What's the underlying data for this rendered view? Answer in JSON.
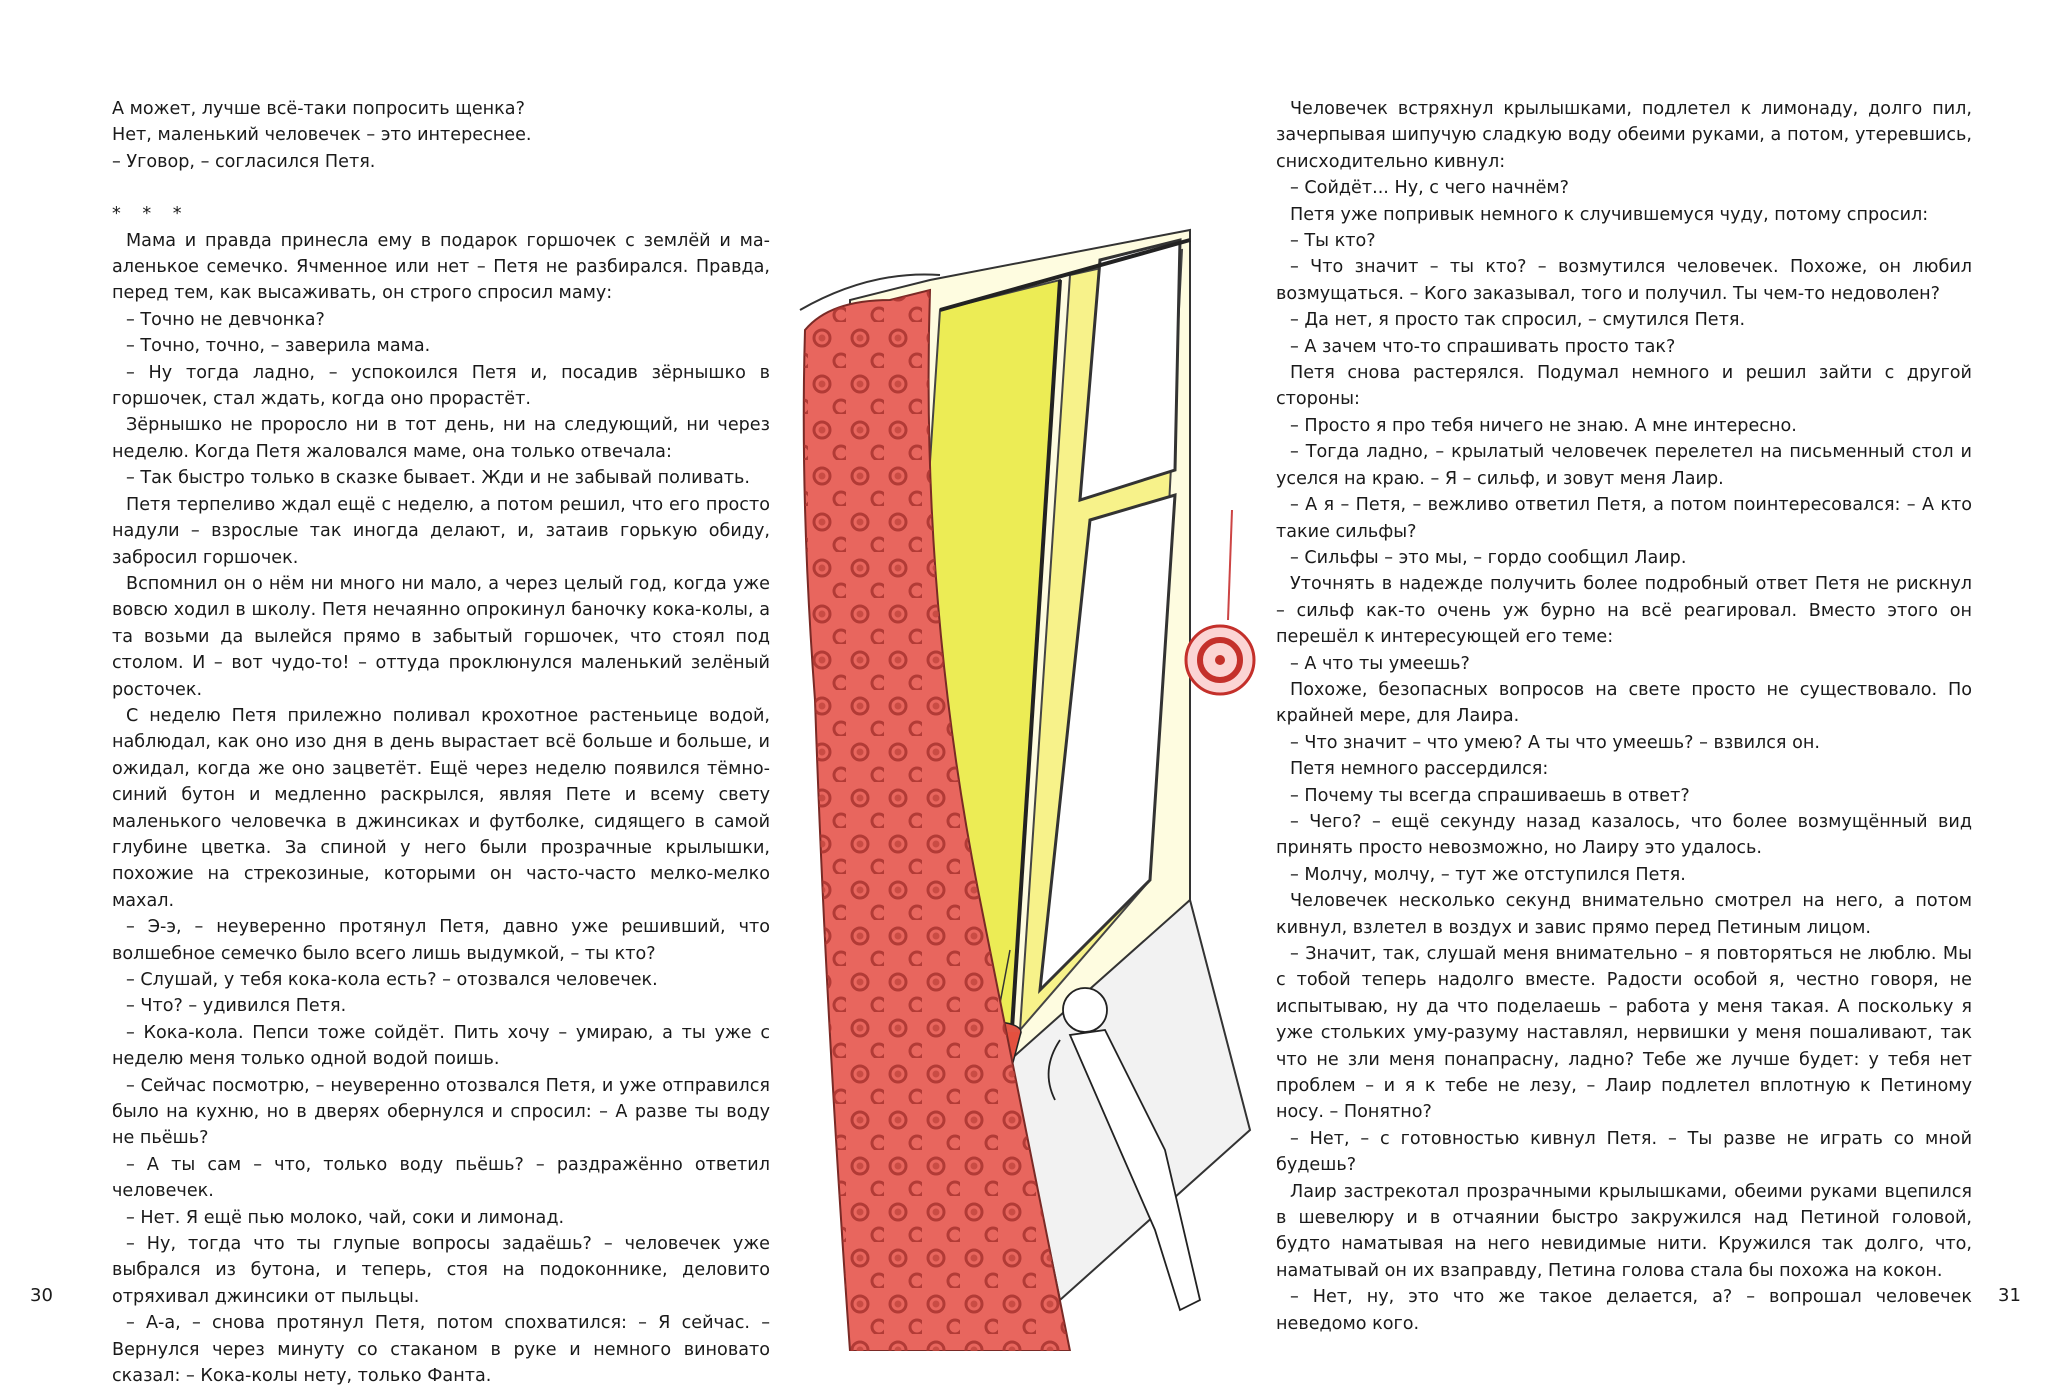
{
  "left_page": {
    "page_number": "30",
    "paragraphs": [
      "А может, лучше всё-таки попросить щенка?",
      "Нет, маленький человечек – это интереснее.",
      "– Уговор, – согласился Петя.",
      "* * *",
      "Мама и правда принесла ему в подарок горшочек с землёй и ма-аленькое семечко. Ячменное или нет – Петя не разбирался. Правда, перед тем, как высаживать, он строго спросил маму:",
      "– Точно не девчонка?",
      "– Точно, точно, – заверила мама.",
      "– Ну тогда ладно, – успокоился Петя и, посадив зёрнышко в горшочек, стал ждать, когда оно прорастёт.",
      "Зёрнышко не проросло ни в тот день, ни на следующий, ни через неделю. Когда Петя жаловался маме, она только отвечала:",
      "– Так быстро только в сказке бывает. Жди и не забывай поливать.",
      "Петя терпеливо ждал ещё с неделю, а потом решил, что его просто надули – взрослые так иногда делают, и, затаив горькую обиду, забросил горшочек.",
      "Вспомнил он о нём ни много ни мало, а через целый год, когда уже вовсю ходил в школу. Петя нечаянно опрокинул баночку кока-колы, а та возьми да вылейся прямо в забытый горшочек, что стоял под столом. И – вот чудо-то! – оттуда проклюнулся маленький зелёный росточек.",
      "С неделю Петя прилежно поливал крохотное растеньице водой, наблюдал, как оно изо дня в день вырастает всё больше и больше, и ожидал, когда же оно зацветёт. Ещё через неделю появился тёмно-синий бутон и медленно раскрылся, являя Пете и всему свету маленького человечка в джинсиках и футболке, сидящего в самой глубине цветка. За спиной у него были прозрачные крылышки, похожие на стрекозиные, которыми он часто-часто мелко-мелко махал.",
      "– Э-э, – неуверенно протянул Петя, давно уже решивший, что волшебное семечко было всего лишь выдумкой, – ты кто?",
      "– Слушай, у тебя кока-кола есть? – отозвался человечек.",
      "– Что? – удивился Петя.",
      "– Кока-кола. Пепси тоже сойдёт. Пить хочу – умираю, а ты уже с неделю меня только одной водой поишь.",
      "– Сейчас посмотрю, – неуверенно отозвался Петя, и уже отправился было на кухню, но в дверях обернулся и спросил: – А разве ты воду не пьёшь?",
      "– А ты сам – что, только воду пьёшь? – раздражённо ответил человечек.",
      "– Нет. Я ещё пью молоко, чай, соки и лимонад.",
      "– Ну, тогда что ты глупые вопросы задаёшь? – человечек уже выбрался из бутона, и теперь, стоя на подоконнике, деловито отряхивал джинсики от пыльцы.",
      "– А-а, – снова протянул Петя, потом спохватился: – Я сейчас. – Вернулся через минуту со стаканом в руке и немного виновато сказал: – Кока-колы нету, только Фанта."
    ]
  },
  "right_page": {
    "page_number": "31",
    "paragraphs": [
      "Человечек встряхнул крылышками, подлетел к лимонаду, долго пил, зачерпывая шипучую сладкую воду обеими руками, а потом, утеревшись, снисходительно кивнул:",
      "– Сойдёт... Ну, с чего начнём?",
      "Петя уже попривык немного к случившемуся чуду, потому спросил:",
      "– Ты кто?",
      "– Что значит – ты кто? – возмутился человечек. Похоже, он любил возмущаться. – Кого заказывал, того и получил. Ты чем-то недоволен?",
      "– Да нет, я просто так спросил, – смутился Петя.",
      "– А зачем что-то спрашивать просто так?",
      "Петя снова растерялся. Подумал немного и решил зайти с другой стороны:",
      "– Просто я про тебя ничего не знаю. А мне интересно.",
      "– Тогда ладно, – крылатый человечек перелетел на письменный стол и уселся на краю. – Я – сильф, и зовут меня Лаир.",
      "– А я – Петя, – вежливо ответил Петя, а потом поинтересовался: – А кто такие сильфы?",
      "– Сильфы – это мы, – гордо сообщил Лаир.",
      "Уточнять в надежде получить более подробный ответ Петя не рискнул – сильф как-то очень уж бурно на всё реагировал. Вместо этого он перешёл к интересующей его теме:",
      "– А что ты умеешь?",
      "Похоже, безопасных вопросов на свете просто не существовало. По крайней мере, для Лаира.",
      "– Что значит – что умею? А ты что умеешь? – взвился он.",
      "Петя немного рассердился:",
      "– Почему ты всегда спрашиваешь в ответ?",
      "– Чего? – ещё секунду назад казалось, что более возмущённый вид принять просто невозможно, но Лаиру это удалось.",
      "– Молчу, молчу, – тут же отступился Петя.",
      "Человечек несколько секунд внимательно смотрел на него, а потом кивнул, взлетел в воздух и завис прямо перед Петиным лицом.",
      "– Значит, так, слушай меня внимательно – я повторяться не люблю. Мы с тобой теперь надолго вместе. Радости особой я, честно говоря, не испытываю, ну да что поделаешь – работа у меня такая. А поскольку я уже стольких уму-разуму наставлял, нервишки у меня пошаливают, так что не зли меня понапрасну, ладно? Тебе же лучше будет: у тебя нет проблем – и я к тебе не лезу, – Лаир подлетел вплотную к Петиному носу. – Понятно?",
      "– Нет, – с готовностью кивнул Петя. – Ты разве не играть со мной будешь?",
      "Лаир застрекотал прозрачными крылышками, обеими руками вцепился в шевелюру и в отчаянии быстро закружился над Петиной головой, будто наматывая на него невидимые нити. Кружился так долго, что, наматывай он их взаправду, Петина голова стала бы похожа на кокон.",
      "– Нет, ну, это что же такое делается, а? – вопрошал человечек неведомо кого."
    ]
  }
}
